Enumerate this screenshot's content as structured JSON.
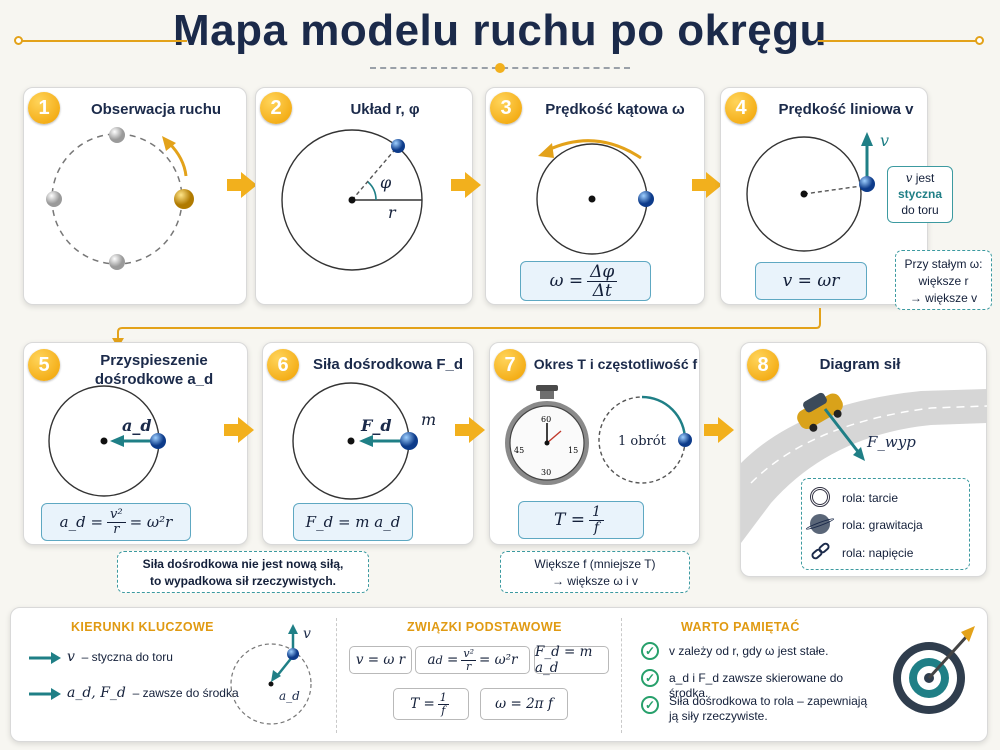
{
  "title": "Mapa modelu ruchu po okręgu",
  "cards": [
    {
      "num": "1",
      "title": "Obserwacja ruchu"
    },
    {
      "num": "2",
      "title": "Układ r, φ"
    },
    {
      "num": "3",
      "title": "Prędkość kątowa ω"
    },
    {
      "num": "4",
      "title": "Prędkość liniowa v"
    },
    {
      "num": "5",
      "title_line1": "Przyspieszenie",
      "title_line2": "dośrodkowe a_d"
    },
    {
      "num": "6",
      "title": "Siła dośrodkowa F_d"
    },
    {
      "num": "7",
      "title": "Okres T i częstotliwość f"
    },
    {
      "num": "8",
      "title": "Diagram sił"
    }
  ],
  "card2": {
    "phi_label": "φ",
    "r_label": "r"
  },
  "card3": {
    "formula_lhs": "ω =",
    "num": "Δφ",
    "den": "Δt"
  },
  "card4": {
    "v_label": "v",
    "callout_v": "v",
    "callout_line1": "jest",
    "callout_line2": "styczna",
    "callout_line3": "do toru",
    "formula": "v = ωr",
    "note_line1": "Przy stałym ω:",
    "note_line2": "większe r",
    "note_line3": "→ większe v"
  },
  "card5": {
    "ad_label": "a_d",
    "formula_lhs": "a_d =",
    "num": "v²",
    "den": "r",
    "formula_rhs": "= ω²r"
  },
  "card6": {
    "fd_label": "F_d",
    "m_label": "m",
    "formula": "F_d = m a_d"
  },
  "card7": {
    "dial_60": "60",
    "dial_15": "15",
    "dial_30": "30",
    "dial_45": "45",
    "obrot": "1 obrót",
    "formula_lhs": "T =",
    "num": "1",
    "den": "f",
    "note_line1": "Większe f (mniejsze T)",
    "note_line2": "→ większe ω i v"
  },
  "card8": {
    "fwyp": "F_wyp",
    "roles": [
      "rola: tarcie",
      "rola: grawitacja",
      "rola: napięcie"
    ]
  },
  "note56": {
    "line1": "Siła dośrodkowa nie jest nową siłą,",
    "line2": "to wypadkowa sił rzeczywistych."
  },
  "bottom": {
    "col1": {
      "heading": "KIERUNKI KLUCZOWE",
      "item1_sym": "v",
      "item1_text": "– styczna do toru",
      "item2_sym": "a_d, F_d",
      "item2_text": "– zawsze do środka",
      "v_label": "v",
      "ad_label": "a_d"
    },
    "col2": {
      "heading": "ZWIĄZKI PODSTAWOWE",
      "f1": "v = ω r",
      "f3": "F_d = m a_d",
      "f5": "ω = 2π f"
    },
    "col3": {
      "heading": "WARTO PAMIĘTAĆ",
      "items": [
        "v zależy od r, gdy ω jest stałe.",
        "a_d i F_d zawsze skierowane do środka.",
        "Siła dośrodkowa to rola – zapewniają ją siły rzeczywiste."
      ]
    }
  },
  "colors": {
    "accent": "#f2b01d",
    "teal": "#1f7f86",
    "navy": "#1b2a4a",
    "formula_bg": "#e9f3fb"
  }
}
